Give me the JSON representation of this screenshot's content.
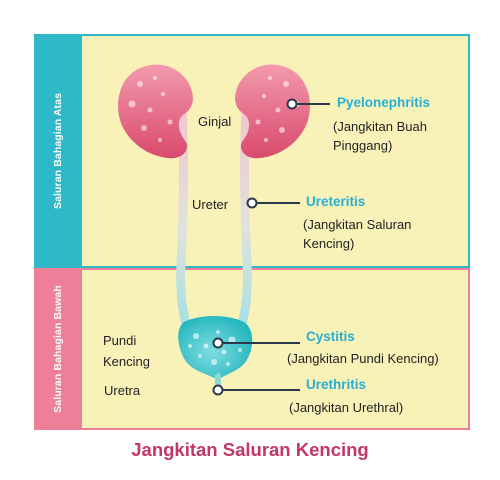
{
  "title": "Jangkitan Saluran Kencing",
  "sections": {
    "upper": {
      "label": "Saluran Bahagian Atas",
      "band_color": "#f9f2b8",
      "bar_color": "#2fb8c7",
      "border_color": "#2fb8c7"
    },
    "lower": {
      "label": "Saluran Bahagian Bawah",
      "band_color": "#f9f2b8",
      "bar_color": "#ee7f98",
      "border_color": "#ee7f98"
    }
  },
  "anatomy": {
    "kidney": "Ginjal",
    "ureter": "Ureter",
    "bladder": "Pundi Kencing",
    "urethra": "Uretra"
  },
  "infections": [
    {
      "name": "Pyelonephritis",
      "description": "(Jangkitan Buah Pinggang)"
    },
    {
      "name": "Ureteritis",
      "description": "(Jangkitan Saluran Kencing)"
    },
    {
      "name": "Cystitis",
      "description": "(Jangkitan Pundi Kencing)"
    },
    {
      "name": "Urethritis",
      "description": "(Jangkitan Urethral)"
    }
  ],
  "colors": {
    "kidney_top": "#f07c96",
    "kidney_bottom": "#d94a6c",
    "bladder": "#35c4c9",
    "tube_top": "#f3c7d0",
    "tube_bottom": "#b9e4e6",
    "accent_text": "#2aaed1",
    "title_text": "#c53668"
  }
}
